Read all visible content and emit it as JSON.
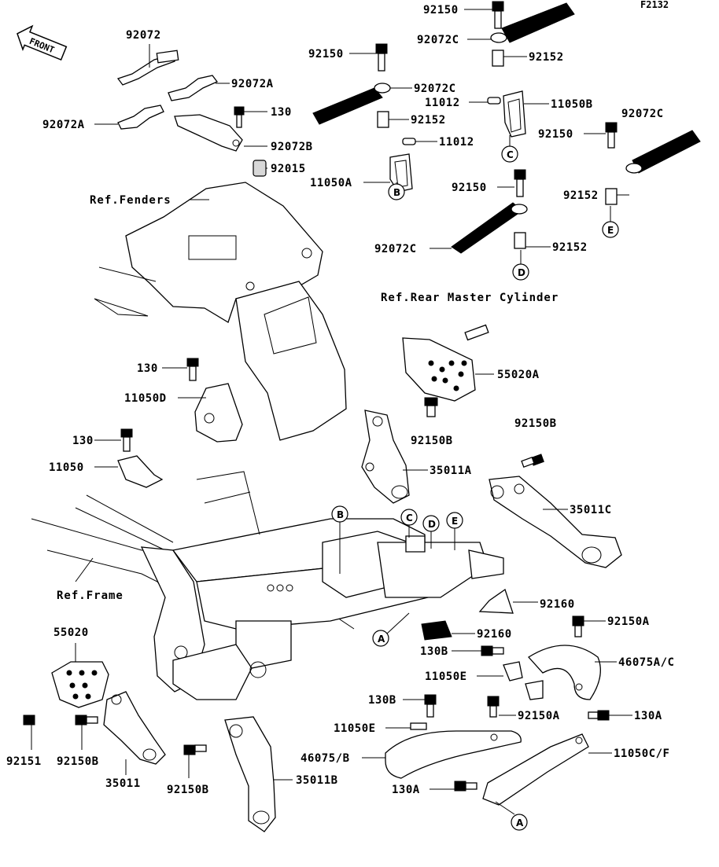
{
  "diagram_code": "F2132",
  "front_label": "FRONT",
  "references": {
    "fenders": "Ref.Fenders",
    "rear_master_cylinder": "Ref.Rear Master Cylinder",
    "frame": "Ref.Frame"
  },
  "callout_letters": [
    "A",
    "B",
    "C",
    "D",
    "E"
  ],
  "part_labels": {
    "p92150_top": "92150",
    "p92072C_top": "92072C",
    "p92152_top": "92152",
    "p92150_l2": "92150",
    "p92072C_l2": "92072C",
    "p11012_r": "11012",
    "p11050B": "11050B",
    "p92152_l2": "92152",
    "p11012_l": "11012",
    "p11050A": "11050A",
    "p92072C_r": "92072C",
    "p92150_r": "92150",
    "p92150_m": "92150",
    "p92152_r": "92152",
    "p92072C_m": "92072C",
    "p92152_m": "92152",
    "p92072": "92072",
    "p92072A_r": "92072A",
    "p92072A_l": "92072A",
    "p130_top": "130",
    "p92072B": "92072B",
    "p92015": "92015",
    "p130_mid": "130",
    "p11050D": "11050D",
    "p55020A": "55020A",
    "p92150B_m": "92150B",
    "p130_low": "130",
    "p11050": "11050",
    "p35011A": "35011A",
    "p92150B_r": "92150B",
    "p35011C": "35011C",
    "p92160_a": "92160",
    "p92160_b": "92160",
    "p92150A_a": "92150A",
    "p130B_a": "130B",
    "p46075AC": "46075A/C",
    "p11050E_a": "11050E",
    "p55020": "55020",
    "p130B_b": "130B",
    "p92150A_b": "92150A",
    "p130A_a": "130A",
    "p11050E_b": "11050E",
    "p46075B": "46075/B",
    "p11050CF": "11050C/F",
    "p130A_b": "130A",
    "p92151": "92151",
    "p92150B_l": "92150B",
    "p35011": "35011",
    "p92150B_b": "92150B",
    "p35011B": "35011B"
  }
}
